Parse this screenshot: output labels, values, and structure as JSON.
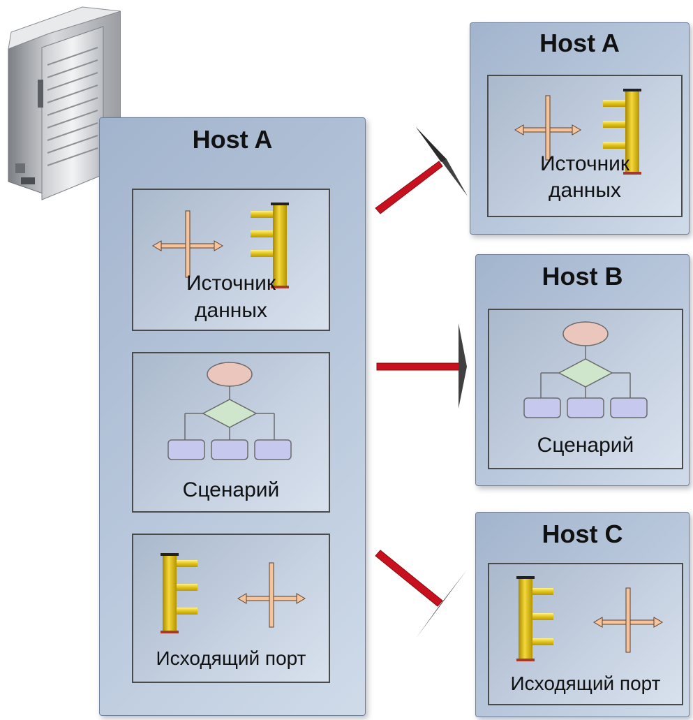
{
  "hosts": {
    "main": {
      "title": "Host A",
      "components": {
        "source": {
          "label_line1": "Источник",
          "label_line2": "данных"
        },
        "scenario": {
          "label": "Сценарий"
        },
        "outport": {
          "label": "Исходящий порт"
        }
      }
    },
    "host_a": {
      "title": "Host A",
      "component": {
        "label_line1": "Источник",
        "label_line2": "данных"
      }
    },
    "host_b": {
      "title": "Host B",
      "component": {
        "label": "Сценарий"
      }
    },
    "host_c": {
      "title": "Host C",
      "component": {
        "label": "Исходящий порт"
      }
    }
  },
  "colors": {
    "arrow": "#c8111e",
    "arrow_head": "#404040",
    "bus": "#e8c614",
    "cross": "#f6c39a",
    "flow_oval": "#ebc6bd",
    "flow_diamond": "#cfe6cc",
    "flow_box": "#c7c8ee"
  },
  "icons": {
    "server": "server-tower-icon",
    "bus": "data-bus-icon",
    "cross": "cross-arrows-icon",
    "flowchart": "flowchart-icon"
  }
}
